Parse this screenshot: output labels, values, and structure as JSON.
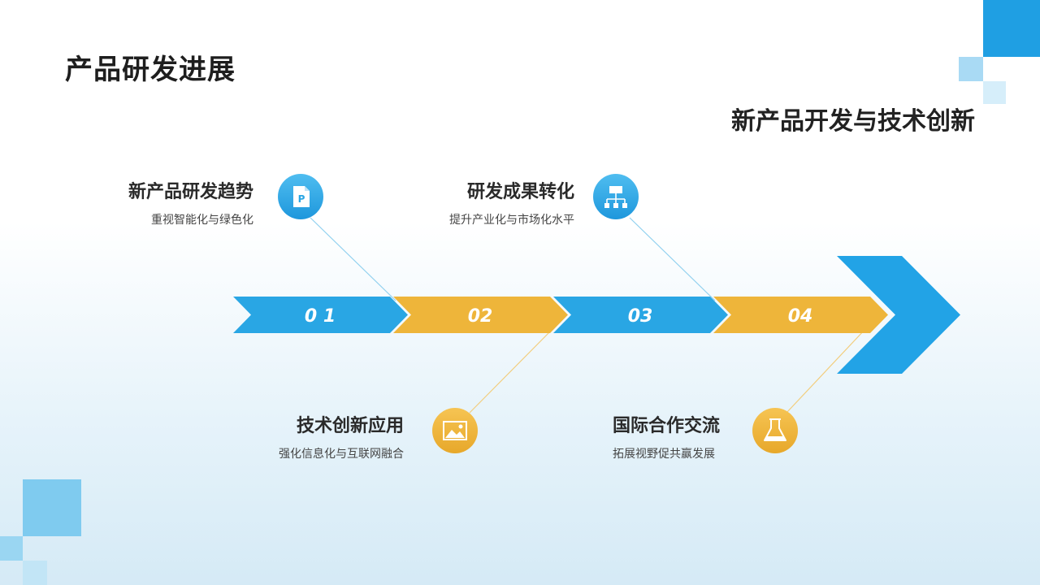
{
  "page": {
    "title": "产品研发进展",
    "subtitle": "新产品开发与技术创新"
  },
  "timeline": {
    "steps": [
      {
        "number": "0 1",
        "color": "#29a6e4"
      },
      {
        "number": "02",
        "color": "#eeb53a"
      },
      {
        "number": "03",
        "color": "#29a6e4"
      },
      {
        "number": "04",
        "color": "#eeb53a"
      }
    ],
    "arrow_head_color": "#22a3e6"
  },
  "milestones": [
    {
      "title": "新产品研发趋势",
      "desc": "重视智能化与绿色化",
      "icon": "document-p-icon",
      "color": "#29a6e4"
    },
    {
      "title": "研发成果转化",
      "desc": "提升产业化与市场化水平",
      "icon": "hierarchy-chart-icon",
      "color": "#29a6e4"
    },
    {
      "title": "技术创新应用",
      "desc": "强化信息化与互联网融合",
      "icon": "image-icon",
      "color": "#eeb53a"
    },
    {
      "title": "国际合作交流",
      "desc": "拓展视野促共赢发展",
      "icon": "flask-icon",
      "color": "#eeb53a"
    }
  ]
}
